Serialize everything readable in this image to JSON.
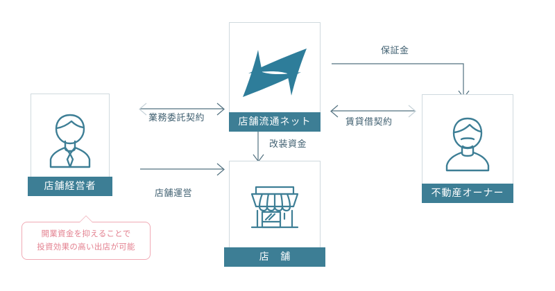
{
  "meta": {
    "diagram_title": "店舗流通ネット 事業スキーム図",
    "accent_color": "#3d7e95",
    "icon_color": "#3d7e95",
    "border_color": "#cfd9de",
    "wire_color": "#51707f",
    "callout_color": "#e3808f",
    "callout_border": "#f0a9b4",
    "background": "#ffffff"
  },
  "nodes": [
    {
      "id": "store-manager",
      "label": "店舗経営者",
      "icon": "businessman-icon"
    },
    {
      "id": "tenpo-ryutsu-net",
      "label": "店舗流通ネット",
      "icon": "company-logo-icon"
    },
    {
      "id": "property-owner",
      "label": "不動産オーナー",
      "icon": "property-owner-icon"
    },
    {
      "id": "shop",
      "label": "店 舗",
      "icon": "storefront-icon"
    }
  ],
  "edges": [
    {
      "id": "gyomu-itaku",
      "label": "業務委託契約",
      "from": "store-manager",
      "to": "tenpo-ryutsu-net",
      "direction": "right"
    },
    {
      "id": "tenpo-unei",
      "label": "店舗運営",
      "from": "store-manager",
      "to": "shop",
      "direction": "right"
    },
    {
      "id": "kaiso-shikin",
      "label": "改装資金",
      "from": "tenpo-ryutsu-net",
      "to": "shop",
      "direction": "down"
    },
    {
      "id": "hoshokin",
      "label": "保証金",
      "from": "tenpo-ryutsu-net",
      "to": "property-owner",
      "direction": "right-down"
    },
    {
      "id": "chintaishaku",
      "label": "賃貸借契約",
      "from": "property-owner",
      "to": "tenpo-ryutsu-net",
      "direction": "left"
    }
  ],
  "callout": {
    "id": "benefit-callout",
    "line1": "開業資金を抑えることで",
    "line2": "投資効果の高い出店が可能"
  }
}
